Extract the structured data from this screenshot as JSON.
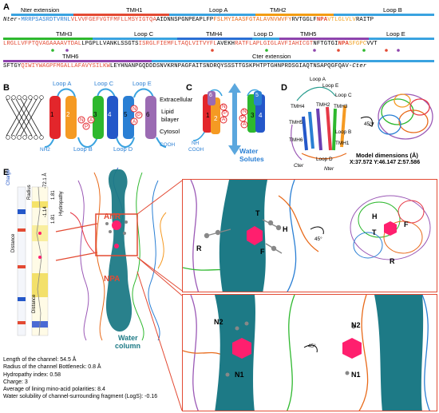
{
  "panels": {
    "A": "A",
    "B": "B",
    "C": "C",
    "D": "D",
    "E": "E"
  },
  "panelA": {
    "row1_labels": [
      "Nter extension",
      "TMH1",
      "Loop A",
      "TMH2",
      "Loop B"
    ],
    "row1_seq": {
      "nter": "Nter-",
      "blue": "MRRPSASRDTVRNL",
      "red": "VLVVFGEFVGTFMFLLMSYIGTQA",
      "loopA": "AIDNNSPGNPEAPLFP",
      "tmh2": "FSLMYIAASFGTALAVNVWVFY",
      "loopB": "RVTGGLF",
      "npa": "NPA",
      "orange": "VTLGLVLV",
      "tail": "RAITP"
    },
    "row2_labels": [
      "TMH3",
      "Loop C",
      "TMH4",
      "Loop D",
      "TMH5",
      "Loop E"
    ],
    "row2_seq": {
      "tmh3": "LRGLLVFPTQVAGAAAAVTDAL",
      "loopC": "LPGPLLVANKLSSGTS",
      "tmh4": "ISRGLFIEMFLTAQLVITVYFL",
      "loopD": "AVEKH",
      "tmh5": "RATFLAPLGIGLAVFIAHICGT",
      "loopE": "NFTGTGI",
      "npa": "NPA",
      "tail1": "SFGPC",
      "tail2": "VVT"
    },
    "row3_labels": [
      "TMH6",
      "Cter extension"
    ],
    "row3_seq": {
      "start": "SFTGY",
      "tmh6": "QIWIYWAGPFMGALLAFAVYSILKW",
      "cter": "LEYHNANPGQDDDSNVKRNPAGFAITSNDRQYSSSTTGSKPHTPTGHNPRDSGIAQTNSAPQGFQAV",
      "end": "-Cter"
    }
  },
  "panelB": {
    "loops_top": [
      "Loop A",
      "Loop C",
      "Loop E"
    ],
    "loops_bottom": [
      "Loop B",
      "Loop D"
    ],
    "helix_numbers": [
      "1",
      "2",
      "3",
      "4",
      "5",
      "6"
    ],
    "beads": [
      "N",
      "P",
      "A",
      "N",
      "P",
      "A"
    ],
    "side": [
      "Extracellular",
      "Lipid",
      "bilayer",
      "Cytosol"
    ],
    "nh2": "NH2",
    "cooh": "COOH"
  },
  "panelC": {
    "helix_numbers": [
      "1",
      "2",
      "6",
      "4",
      "3",
      "5"
    ],
    "beads": [
      "N",
      "P",
      "A",
      "N",
      "P",
      "A"
    ],
    "nh2": "NH",
    "cooh": "COOH",
    "water": "Water",
    "solutes": "Solutes"
  },
  "panelD": {
    "labels": [
      "Loop A",
      "Loop E",
      "Loop C",
      "TMH4",
      "TMH2",
      "TMH3",
      "TMH5",
      "TMH6",
      "TMH1",
      "Loop B",
      "Loop D",
      "Cter",
      "Nter"
    ],
    "rotation": "45°",
    "model_title": "Model dimensions (Å)",
    "model_dims": "X:37.572 Y:46.147 Z:57.586"
  },
  "panelE": {
    "charge_label": "Charge",
    "radius_label": "Radius",
    "hydropathy_label": "Hydropathy",
    "distance_label": "Distance",
    "radius_vals": [
      "-72.1 Å",
      "1.81"
    ],
    "hydro_vals": [
      "-1.14",
      "1.81"
    ],
    "ar_r": "Ar/R",
    "npa": "NPA",
    "water_column": [
      "Water",
      "column"
    ],
    "stats": [
      "Length of the channel: 54.5 Å",
      "Radius of the channel Bottleneck: 0.8 Å",
      "Hydropathy index: 0.58",
      "Charge: 3",
      "Average of lining mino-acid polarities: 8.4",
      "Water solubility of channel-surrounding fragment (LogS): -0.16"
    ],
    "arr_residues": [
      "H",
      "T",
      "F",
      "R"
    ],
    "arr_residues_right": [
      "H",
      "T",
      "F",
      "R"
    ],
    "npa_residues": [
      "N2",
      "N1"
    ],
    "npa_residues_right": [
      "N2",
      "N1"
    ],
    "rotation": "45°"
  },
  "colors": {
    "red_box": "#e34a33",
    "water": "#1d7a86",
    "pink": "#ff1f6e",
    "blue": "#3b8fd9"
  }
}
